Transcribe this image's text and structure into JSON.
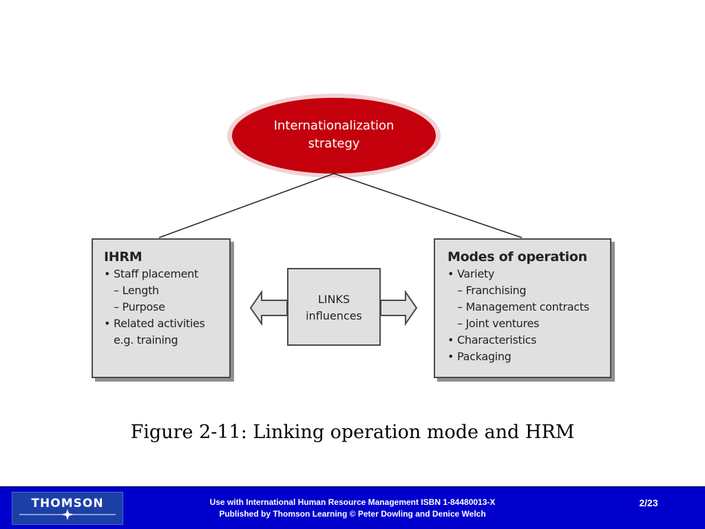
{
  "diagram": {
    "top_node": {
      "line1": "Internationalization",
      "line2": "strategy"
    },
    "left_box": {
      "title": "IHRM",
      "items": [
        "Staff placement",
        "Length",
        "Purpose",
        "Related activities",
        "e.g. training"
      ]
    },
    "center_box": {
      "line1": "LINKS",
      "line2": "influences"
    },
    "right_box": {
      "title": "Modes of operation",
      "items": [
        "Variety",
        "Franchising",
        "Management contracts",
        "Joint ventures",
        "Characteristics",
        "Packaging"
      ]
    },
    "colors": {
      "ellipse": "#c4000d",
      "ellipse_glow": "#f3d3d5",
      "box_fill": "#e0e0e0",
      "shadow": "#8f8f8f"
    }
  },
  "caption": "Figure 2-11: Linking operation mode and HRM",
  "footer": {
    "logo_text": "THOMSON",
    "line1": "Use with International Human Resource Management    ISBN 1-84480013-X",
    "line2": "Published by Thomson Learning   © Peter Dowling and Denice Welch",
    "page": "2/23",
    "background": "#0000cc"
  }
}
